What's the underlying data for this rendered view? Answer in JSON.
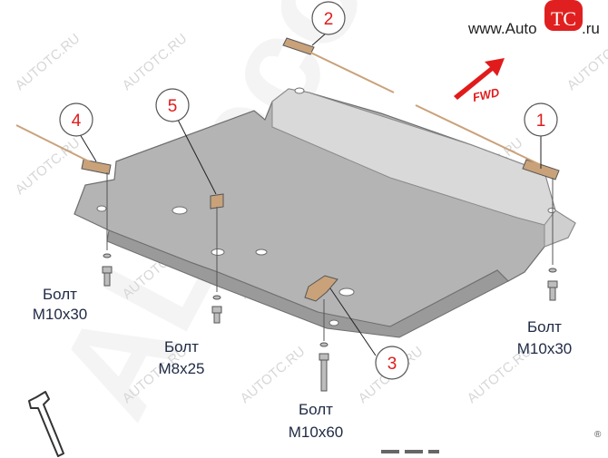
{
  "site_text_prefix": "www.Auto",
  "site_text_logo": "TC",
  "site_text_suffix": ".ru",
  "brand_watermark": "ALFeco",
  "watermark_text": "AUTOTC.RU",
  "direction_label": "FWD",
  "callouts": [
    "1",
    "2",
    "3",
    "4",
    "5"
  ],
  "bolts": {
    "left": {
      "name": "Болт",
      "size": "M10x30"
    },
    "center_left": {
      "name": "Болт",
      "size": "M8x25"
    },
    "center": {
      "name": "Болт",
      "size": "M10x60"
    },
    "right": {
      "name": "Болт",
      "size": "M10x30"
    }
  },
  "registered_mark": "®",
  "colors": {
    "plate_fill": "#b4b4b4",
    "plate_light": "#d9d9d9",
    "plate_edge": "#6e6e6e",
    "callout_red": "#e11b1b",
    "logo_red": "#e02020",
    "bracket": "#c9a27a"
  }
}
